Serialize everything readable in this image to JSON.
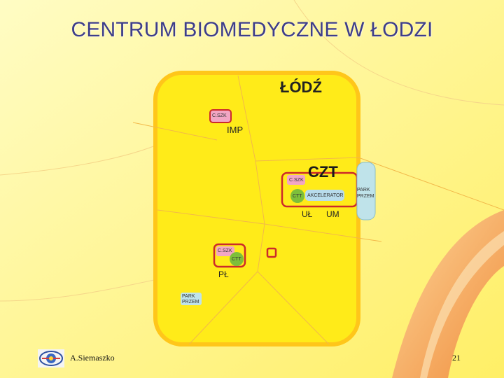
{
  "slide": {
    "title": "CENTRUM BIOMEDYCZNE W ŁODZI",
    "footer_author": "A.Siemaszko",
    "page_number": "21"
  },
  "map": {
    "city_label": "ŁÓDŹ",
    "imp": {
      "cszk_label": "C.SZK",
      "name": "IMP"
    },
    "czt": {
      "title": "CZT",
      "cszk_label": "C.SZK",
      "ctt_label": "CTT",
      "accelerator_label": "AKCELERATOR",
      "ul_label": "UŁ",
      "um_label": "UM"
    },
    "park_right": {
      "line1": "PARK",
      "line2": "PRZEM"
    },
    "pl": {
      "cszk_label": "C.SZK",
      "ctt_label": "CTT",
      "name": "PŁ"
    },
    "park_bottom": {
      "line1": "PARK",
      "line2": "PRZEM"
    }
  },
  "colors": {
    "background": "#ffff99",
    "map_fill": "#ffeb19",
    "map_stroke": "#ffc61a",
    "accent_orange": "#f4a460",
    "highlight_red": "#cc2a2a",
    "cszk_pink": "#f2a6c4",
    "ctt_green": "#7dbf3a",
    "accelerator_blue": "#b8dcec",
    "park_blue": "#bfe3ea",
    "title_color": "#3d3d8a"
  }
}
